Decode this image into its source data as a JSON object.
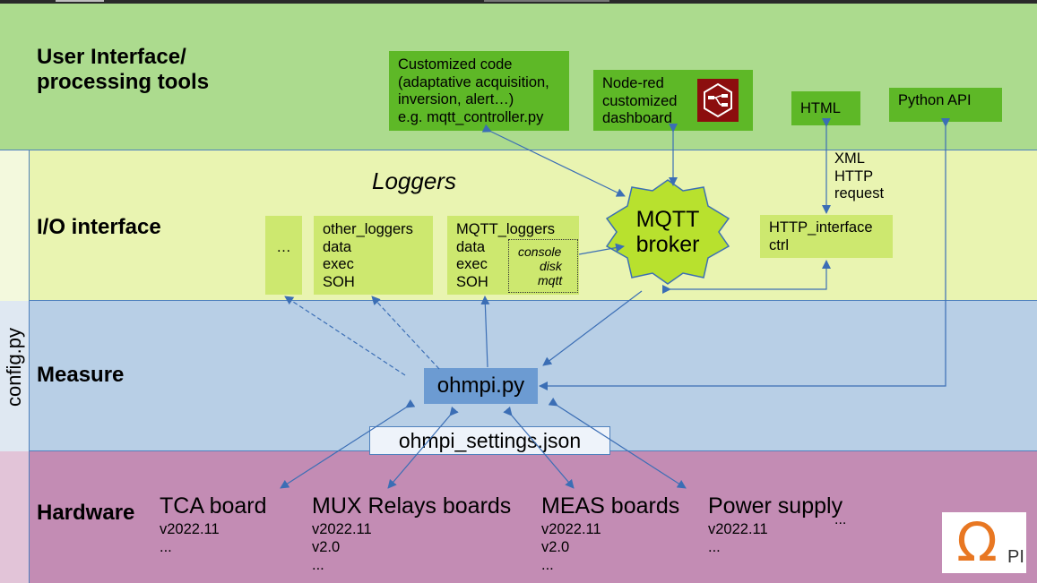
{
  "layers": {
    "ui": "User Interface/\nprocessing tools",
    "io": "I/O interface",
    "measure": "Measure",
    "hardware": "Hardware",
    "config": "config.py"
  },
  "ui_boxes": {
    "custom_code": [
      "Customized code",
      "(adaptative acquisition,",
      "inversion, alert…)",
      "e.g. mqtt_controller.py"
    ],
    "nodered": [
      "Node-red",
      "customized",
      "dashboard"
    ],
    "html": "HTML",
    "python_api": "Python API"
  },
  "io": {
    "loggers_title": "Loggers",
    "ellipsis_box": "…",
    "other_loggers": [
      "other_loggers",
      "data",
      "exec",
      "SOH"
    ],
    "mqtt_loggers": [
      "MQTT_loggers",
      "data",
      "exec",
      "SOH"
    ],
    "mqtt_sub": [
      "console",
      "disk",
      "mqtt"
    ],
    "broker": [
      "MQTT",
      "broker"
    ],
    "xml_request": [
      "XML",
      "HTTP",
      "request"
    ],
    "http_interface": [
      "HTTP_interface",
      "ctrl"
    ]
  },
  "measure": {
    "ohmpi": "ohmpi.py",
    "settings": "ohmpi_settings.json"
  },
  "hardware": {
    "tca": {
      "name": "TCA board",
      "versions": [
        "v2022.11",
        "..."
      ]
    },
    "mux": {
      "name": "MUX Relays boards",
      "versions": [
        "v2022.11",
        "v2.0",
        "..."
      ]
    },
    "meas": {
      "name": "MEAS boards",
      "versions": [
        "v2022.11",
        "v2.0",
        "..."
      ]
    },
    "power": {
      "name": "Power supply",
      "versions": [
        "v2022.11",
        "..."
      ],
      "extra": "..."
    }
  },
  "logo": {
    "text": "PI",
    "symbol": "Ω"
  },
  "colors": {
    "ui_band": "#acdb8e",
    "io_band": "#e9f4b1",
    "measure_band": "#b8cfe6",
    "hardware_band": "#c38cb4",
    "green_box": "#5eb827",
    "logger_box": "#cde86f",
    "broker": "#b8e12e",
    "ohmpi_box": "#6c9bd2",
    "arrow": "#3b6eb5",
    "logo_orange": "#e87722"
  }
}
